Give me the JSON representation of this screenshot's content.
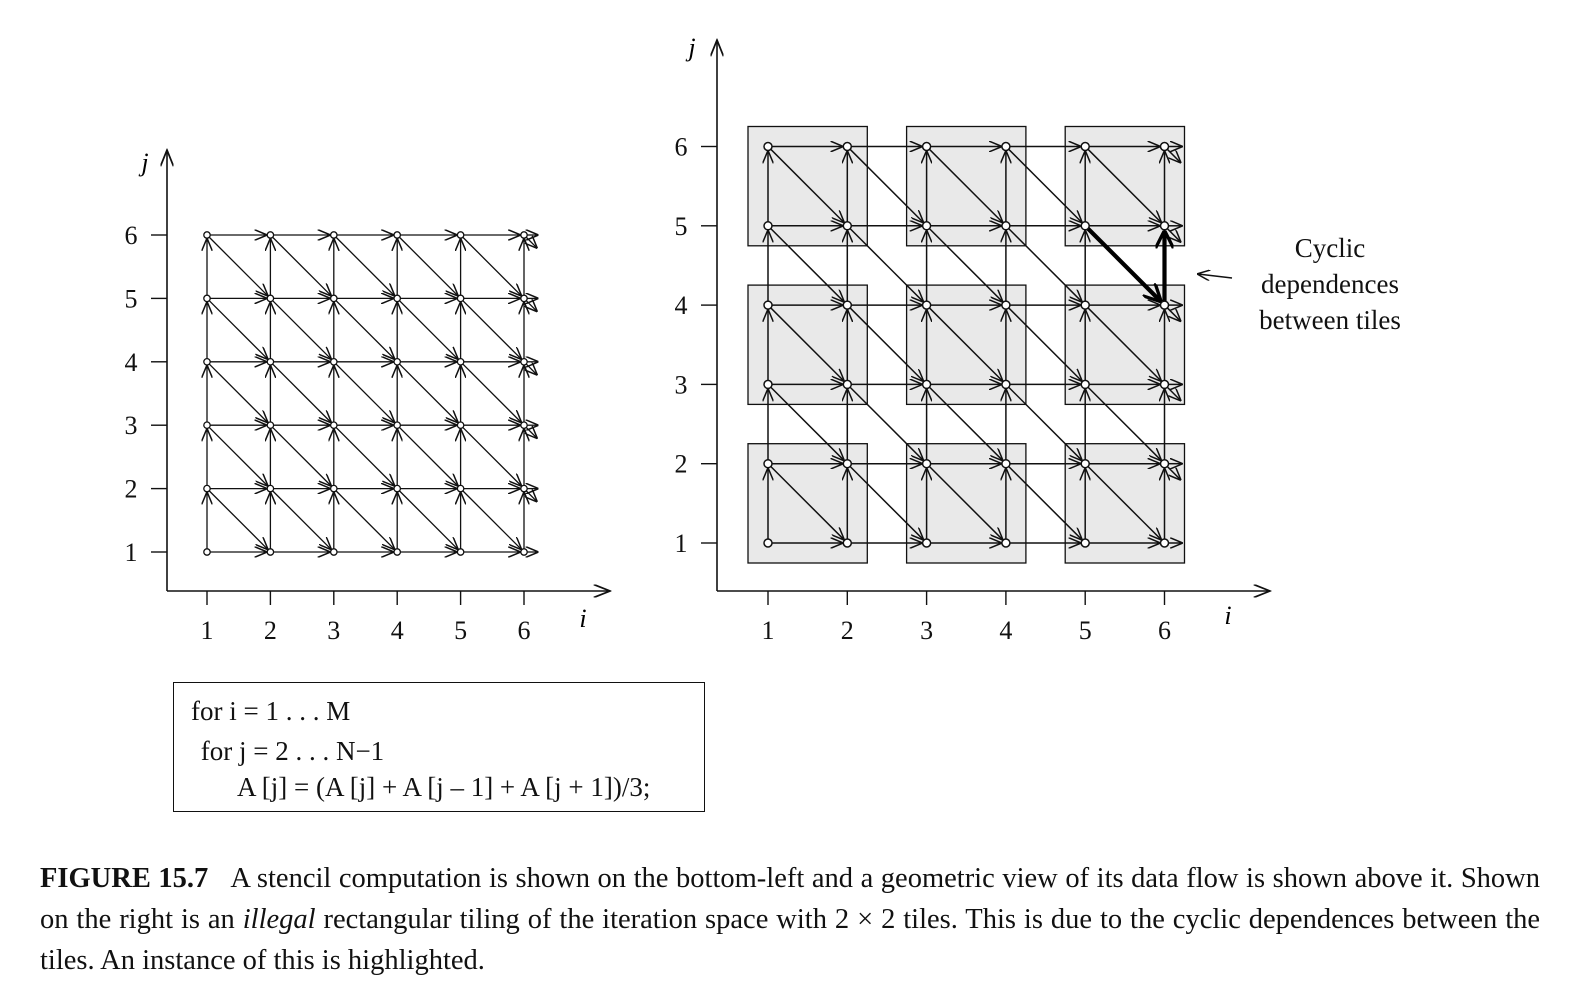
{
  "left_diagram": {
    "x_axis_label": "i",
    "y_axis_label": "j",
    "x_ticks": [
      "1",
      "2",
      "3",
      "4",
      "5",
      "6"
    ],
    "y_ticks": [
      "1",
      "2",
      "3",
      "4",
      "5",
      "6"
    ],
    "grid_size": 6,
    "edges": [
      "right",
      "up",
      "down-right"
    ]
  },
  "right_diagram": {
    "x_axis_label": "i",
    "y_axis_label": "j",
    "x_ticks": [
      "1",
      "2",
      "3",
      "4",
      "5",
      "6"
    ],
    "y_ticks": [
      "1",
      "2",
      "3",
      "4",
      "5",
      "6"
    ],
    "grid_size": 6,
    "tile_size": "2 × 2",
    "highlighted_cycle": [
      [
        5,
        5
      ],
      [
        6,
        4
      ],
      [
        6,
        5
      ]
    ],
    "annotation": [
      "Cyclic",
      "dependences",
      "between tiles"
    ]
  },
  "code": {
    "lines": [
      "for i = 1 . . . M",
      " for j = 2 . . . N−1",
      "A [j] = (A [j] + A [j – 1] + A [j + 1])/3;"
    ]
  },
  "caption": {
    "label": "FIGURE 15.7",
    "text_before": "A stencil computation is shown on the bottom-left and a geometric view of its data flow is shown above it. Shown on the right is an ",
    "emphasis": "illegal",
    "text_after": " rectangular tiling of the iteration space with 2 × 2 tiles. This is due to the cyclic dependences between the tiles. An instance of this is highlighted."
  },
  "colors": {
    "tile_fill": "#e9e9e9",
    "ink": "#111111"
  }
}
